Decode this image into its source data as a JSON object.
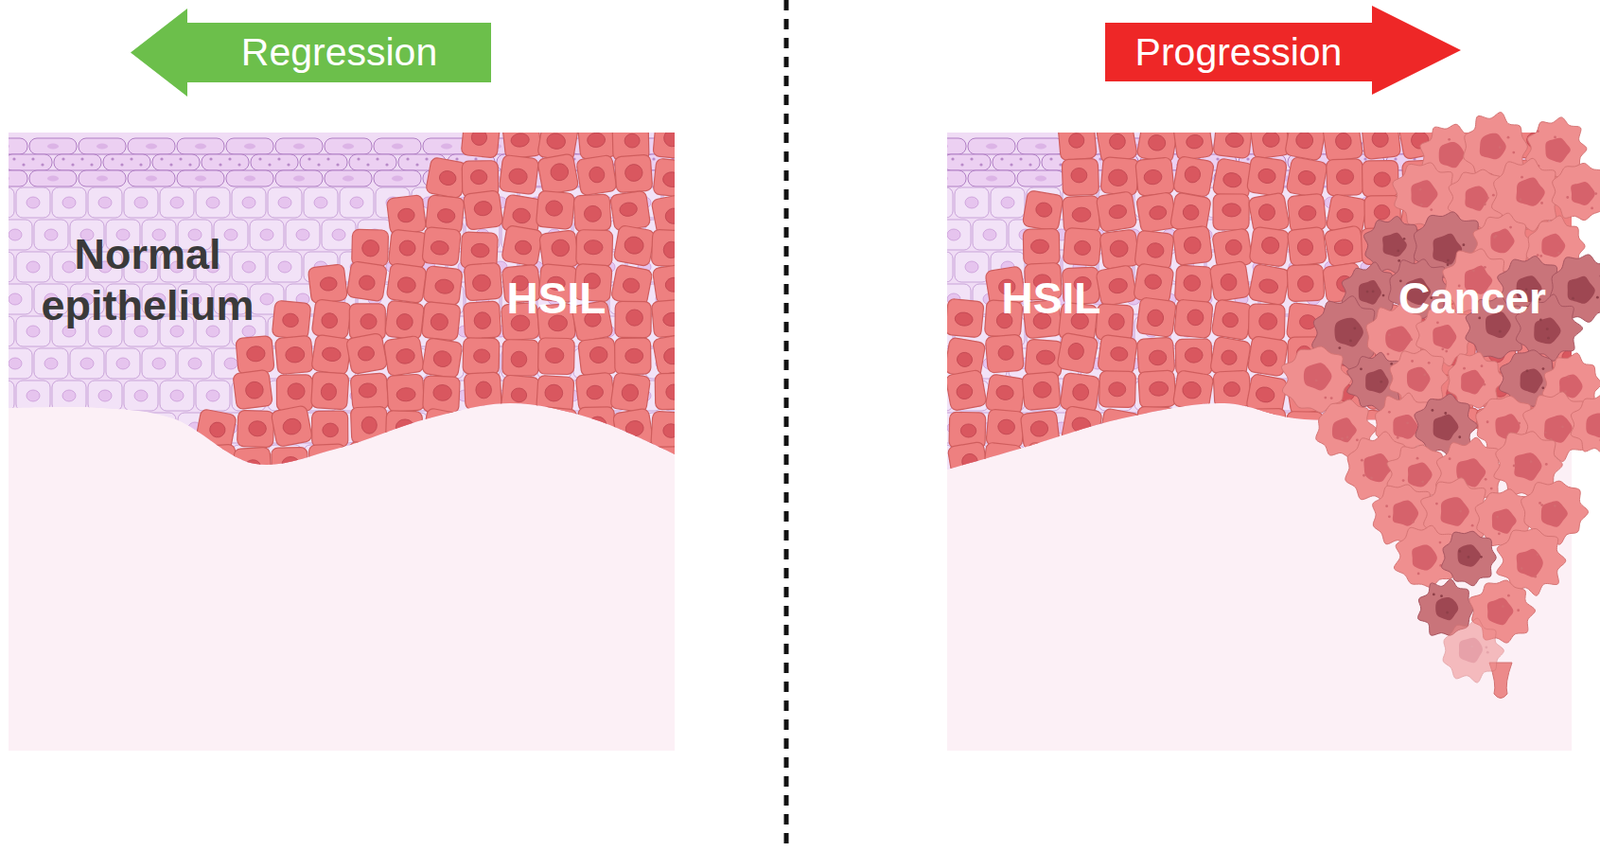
{
  "diagram": {
    "nodes": [
      {
        "text": [
          "Regression"
        ]
      },
      {
        "text": [
          "Progression"
        ]
      }
    ],
    "labels": [
      "Normal epithelium",
      "HSIL",
      "HSIL",
      "Cancer"
    ]
  }
}
